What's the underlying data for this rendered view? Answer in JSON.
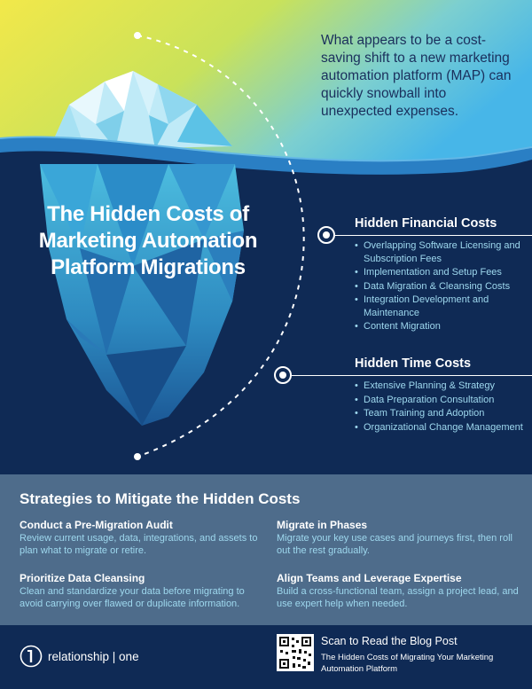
{
  "intro_text": "What appears to be a cost-saving shift to a new marketing automation platform (MAP) can quickly snowball into unexpected expenses.",
  "main_title": "The Hidden Costs of Marketing Automation Platform Migrations",
  "financial_costs": {
    "title": "Hidden Financial Costs",
    "items": [
      "Overlapping Software Licensing and Subscription Fees",
      "Implementation and Setup Fees",
      "Data Migration & Cleansing Costs",
      "Integration Development and Maintenance",
      "Content Migration"
    ]
  },
  "time_costs": {
    "title": "Hidden Time Costs",
    "items": [
      "Extensive Planning & Strategy",
      "Data Preparation Consultation",
      "Team Training and Adoption",
      "Organizational Change Management"
    ]
  },
  "strategies": {
    "title": "Strategies to Mitigate the Hidden Costs",
    "items": [
      {
        "name": "Conduct a Pre-Migration Audit",
        "desc": "Review current usage, data, integrations, and assets to plan what to migrate or retire."
      },
      {
        "name": "Migrate in Phases",
        "desc": "Migrate your key use cases and journeys first, then roll out the rest gradually."
      },
      {
        "name": "Prioritize Data Cleansing",
        "desc": "Clean and standardize your data before migrating to avoid carrying over flawed or duplicate information."
      },
      {
        "name": "Align Teams and Leverage Expertise",
        "desc": "Build a cross-functional team, assign a project lead, and use expert help when needed."
      }
    ]
  },
  "footer": {
    "logo_text": "relationship | one",
    "scan_title": "Scan to Read the Blog Post",
    "scan_subtitle": "The Hidden Costs of Migrating Your Marketing Automation Platform"
  },
  "colors": {
    "navy": "#0f2a55",
    "sky_top": "#4ab8e8",
    "sky_yellow": "#f0e24a",
    "accent_cyan": "#9ed8ee",
    "strategy_band": "#4e6c8b"
  }
}
